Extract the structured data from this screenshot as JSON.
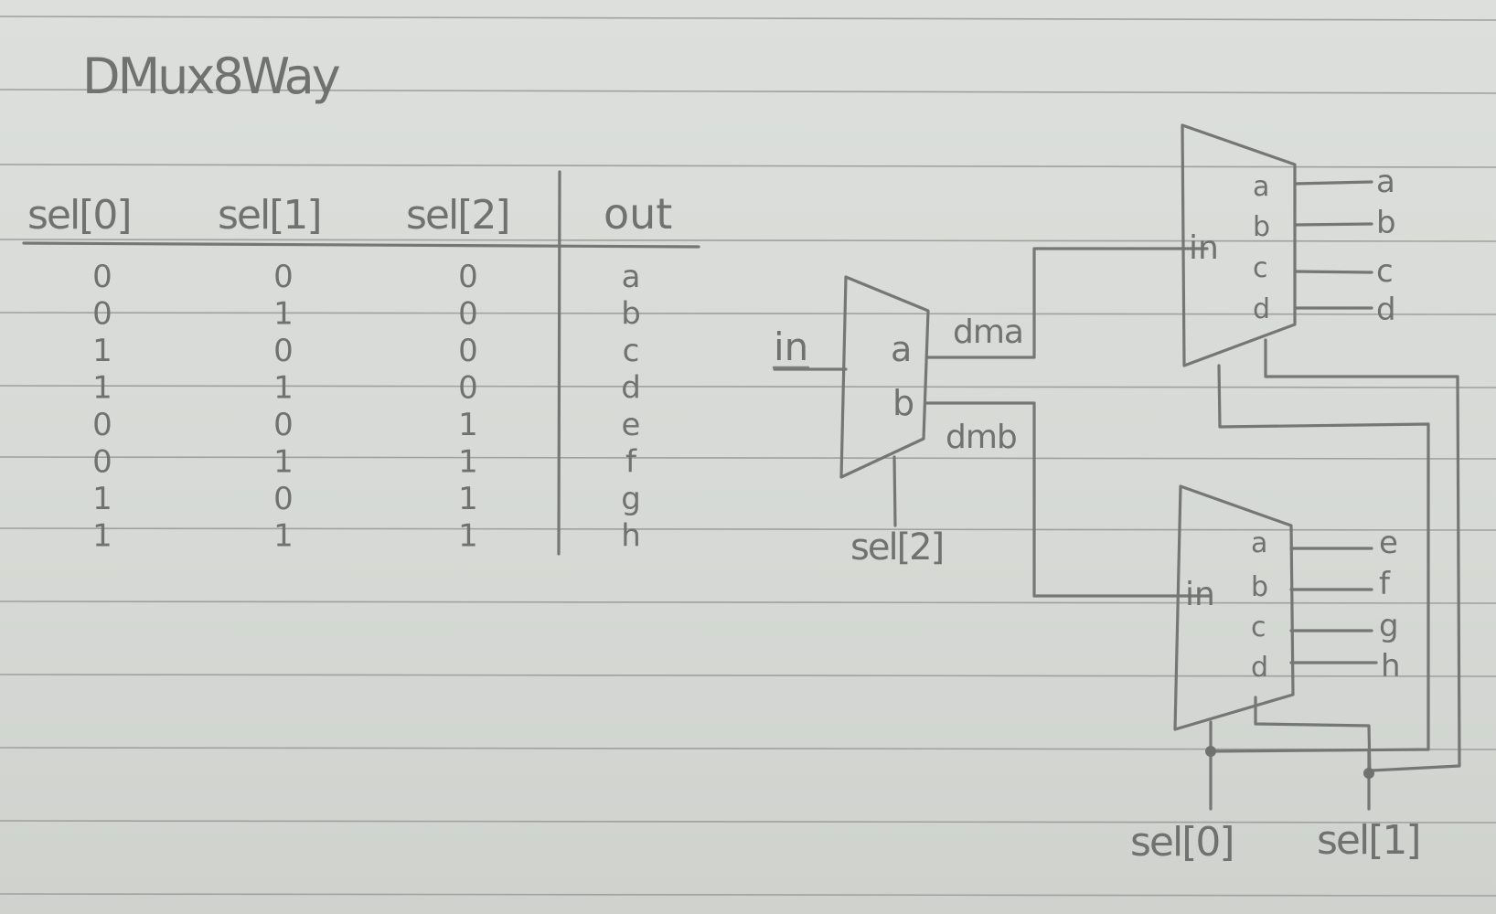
{
  "title": "DMux8Way",
  "truth_table": {
    "headers": [
      "sel[0]",
      "sel[1]",
      "sel[2]",
      "out"
    ],
    "rows": [
      [
        "0",
        "0",
        "0",
        "a"
      ],
      [
        "0",
        "1",
        "0",
        "b"
      ],
      [
        "1",
        "0",
        "0",
        "c"
      ],
      [
        "1",
        "1",
        "0",
        "d"
      ],
      [
        "0",
        "0",
        "1",
        "e"
      ],
      [
        "0",
        "1",
        "1",
        "f"
      ],
      [
        "1",
        "0",
        "1",
        "g"
      ],
      [
        "1",
        "1",
        "1",
        "h"
      ]
    ]
  },
  "circuit": {
    "input_label": "in",
    "first_mux": {
      "outputs": [
        "a",
        "b"
      ],
      "select_label": "sel[2]"
    },
    "wire_labels": [
      "dma",
      "dmb"
    ],
    "top_mux": {
      "input": "in",
      "outputs": [
        "a",
        "b",
        "c",
        "d"
      ],
      "result_labels": [
        "a",
        "b",
        "c",
        "d"
      ]
    },
    "bottom_mux": {
      "input": "in",
      "outputs": [
        "a",
        "b",
        "c",
        "d"
      ],
      "result_labels": [
        "e",
        "f",
        "g",
        "h"
      ]
    },
    "select_labels": [
      "sel[0]",
      "sel[1]"
    ]
  }
}
